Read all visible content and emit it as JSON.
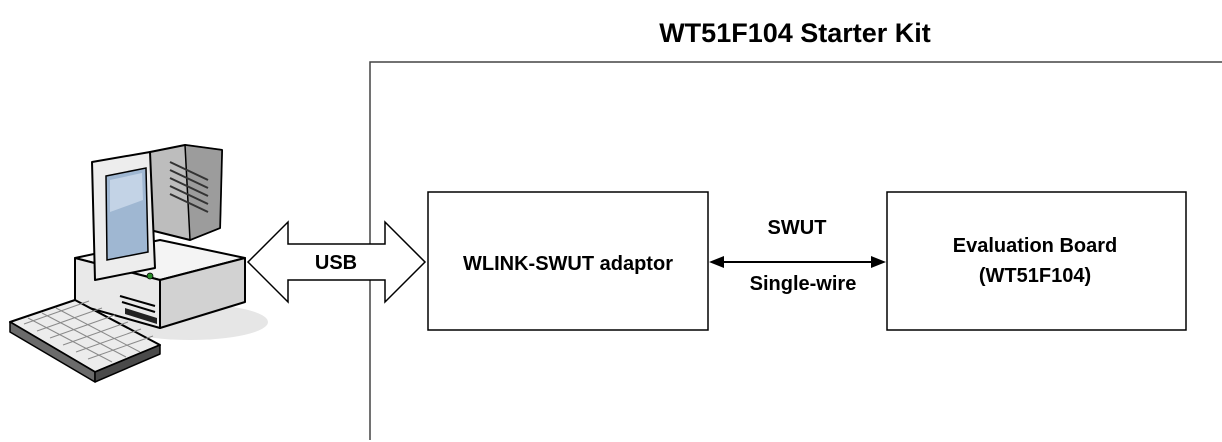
{
  "diagram": {
    "title": "WT51F104 Starter Kit",
    "pc": {
      "icon": "desktop-computer-icon"
    },
    "usb_link": {
      "label": "USB",
      "direction": "bidirectional"
    },
    "adaptor": {
      "label": "WLINK-SWUT adaptor"
    },
    "swut_link": {
      "label_top": "SWUT",
      "label_bottom": "Single-wire",
      "direction": "bidirectional"
    },
    "eval_board": {
      "line1": "Evaluation Board",
      "line2": "(WT51F104)"
    }
  }
}
